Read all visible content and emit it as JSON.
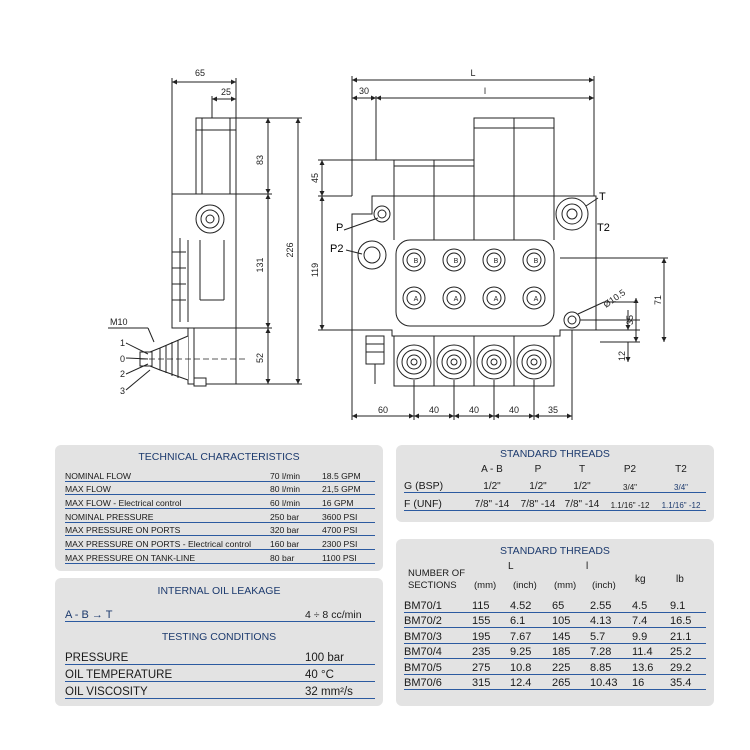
{
  "drawing": {
    "dims": {
      "d65": "65",
      "d25": "25",
      "L": "L",
      "l": "l",
      "d30": "30",
      "d83": "83",
      "d226": "226",
      "d131": "131",
      "d52": "52",
      "d45": "45",
      "d119": "119",
      "d71": "71",
      "d35": "35",
      "d12": "12",
      "d60": "60",
      "d40a": "40",
      "d40b": "40",
      "d40c": "40",
      "d35b": "35",
      "m10": "M10",
      "dia": "Ø10.5"
    },
    "ports": {
      "T": "T",
      "T2": "T2",
      "P": "P",
      "P2": "P2",
      "B": "B",
      "A": "A"
    },
    "lever": {
      "pos1": "1",
      "pos0": "0",
      "pos2": "2",
      "pos3": "3"
    }
  },
  "tech": {
    "title": "TECHNICAL CHARACTERISTICS",
    "rows": [
      [
        "NOMINAL FLOW",
        "70 l/min",
        "18.5 GPM"
      ],
      [
        "MAX FLOW",
        "80 l/min",
        "21,5 GPM"
      ],
      [
        "MAX FLOW - Electrical control",
        "60 l/min",
        "16 GPM"
      ],
      [
        "NOMINAL PRESSURE",
        "250 bar",
        "3600 PSI"
      ],
      [
        "MAX PRESSURE ON PORTS",
        "320 bar",
        "4700 PSI"
      ],
      [
        "MAX PRESSURE ON PORTS - Electrical control",
        "160 bar",
        "2300 PSI"
      ],
      [
        "MAX PRESSURE ON TANK-LINE",
        "80 bar",
        "1100 PSI"
      ]
    ]
  },
  "leak": {
    "title": "INTERNAL OIL LEAKAGE",
    "label": "A - B → T",
    "value": "4 ÷ 8 cc/min"
  },
  "testing": {
    "title": "TESTING CONDITIONS",
    "rows": [
      [
        "PRESSURE",
        "100 bar"
      ],
      [
        "OIL TEMPERATURE",
        "40 °C"
      ],
      [
        "OIL VISCOSITY",
        "32 mm²/s"
      ]
    ]
  },
  "threads": {
    "title": "STANDARD THREADS",
    "headers": [
      "A - B",
      "P",
      "T",
      "P2",
      "T2"
    ],
    "rows": [
      [
        "G (BSP)",
        "1/2\"",
        "1/2\"",
        "1/2\"",
        "3/4\"",
        "3/4\""
      ],
      [
        "F (UNF)",
        "7/8\" -14",
        "7/8\" -14",
        "7/8\" -14",
        "1.1/16\" -12",
        "1.1/16\" -12"
      ]
    ]
  },
  "sections": {
    "title": "STANDARD THREADS",
    "head_num": "NUMBER OF",
    "head_sec": "SECTIONS",
    "head_L": "L",
    "head_l": "l",
    "head_mm1": "(mm)",
    "head_inch1": "(inch)",
    "head_mm2": "(mm)",
    "head_inch2": "(inch)",
    "head_kg": "kg",
    "head_lb": "lb",
    "rows": [
      [
        "BM70/1",
        "115",
        "4.52",
        "65",
        "2.55",
        "4.5",
        "9.1"
      ],
      [
        "BM70/2",
        "155",
        "6.1",
        "105",
        "4.13",
        "7.4",
        "16.5"
      ],
      [
        "BM70/3",
        "195",
        "7.67",
        "145",
        "5.7",
        "9.9",
        "21.1"
      ],
      [
        "BM70/4",
        "235",
        "9.25",
        "185",
        "7.28",
        "11.4",
        "25.2"
      ],
      [
        "BM70/5",
        "275",
        "10.8",
        "225",
        "8.85",
        "13.6",
        "29.2"
      ],
      [
        "BM70/6",
        "315",
        "12.4",
        "265",
        "10.43",
        "16",
        "35.4"
      ]
    ]
  }
}
